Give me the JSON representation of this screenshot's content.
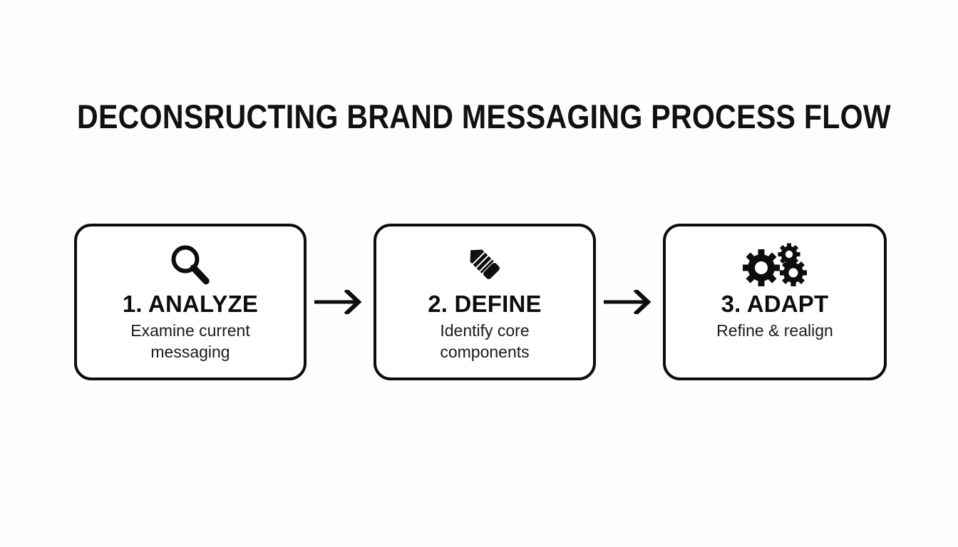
{
  "diagram": {
    "title": "DECONSRUCTING BRAND MESSAGING PROCESS FLOW",
    "background_color": "#fdfdfd",
    "line_color": "#0d0d0d",
    "text_color": "#111111",
    "type": "horizontal-process-flow",
    "step_count": 3,
    "steps": [
      {
        "number": "1",
        "title": "1. ANALYZE",
        "description": "Examine current messaging",
        "icon": "magnifying-glass-icon"
      },
      {
        "number": "2",
        "title": "2. DEFINE",
        "description": "Identify core components",
        "icon": "pencil-icon"
      },
      {
        "number": "3",
        "title": "3. ADAPT",
        "description": "Refine & realign",
        "icon": "gears-icon"
      }
    ],
    "connectors": [
      {
        "from": "1",
        "to": "2",
        "icon": "arrow-right-icon"
      },
      {
        "from": "2",
        "to": "3",
        "icon": "arrow-right-icon"
      }
    ]
  }
}
